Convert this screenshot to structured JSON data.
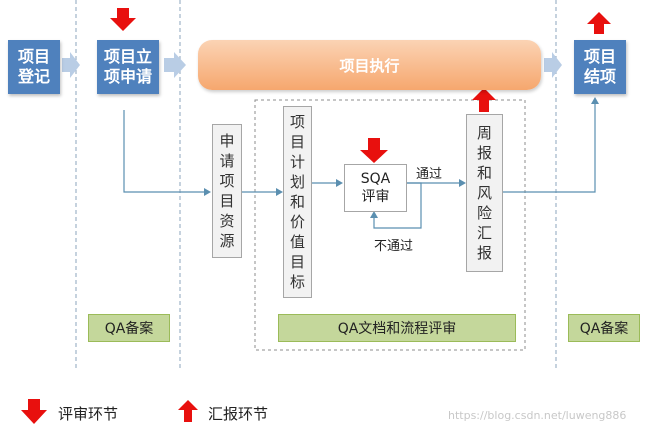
{
  "nodes": {
    "register": [
      "项目",
      "登记"
    ],
    "apply": [
      "项目立",
      "项申请"
    ],
    "execute": "项目执行",
    "close": [
      "项目",
      "结项"
    ],
    "resource": [
      "申",
      "请",
      "项",
      "目",
      "资",
      "源"
    ],
    "plan": [
      "项",
      "目",
      "计",
      "划",
      "和",
      "价",
      "值",
      "目",
      "标"
    ],
    "sqa": [
      "SQA",
      "评审"
    ],
    "report": [
      "周",
      "报",
      "和",
      "风",
      "险",
      "汇",
      "报"
    ]
  },
  "edge_labels": {
    "pass": "通过",
    "fail": "不通过"
  },
  "qa_boxes": {
    "left": "QA备案",
    "middle": "QA文档和流程评审",
    "right": "QA备案"
  },
  "legend": {
    "review": "评审环节",
    "report": "汇报环节"
  },
  "colors": {
    "blue": "#4f81bd",
    "red": "#e8100e",
    "orange": "#f6a76e",
    "green": "#c4d79b",
    "arrow_line": "#5b8fb0"
  },
  "watermark": "https://blog.csdn.net/luweng886"
}
